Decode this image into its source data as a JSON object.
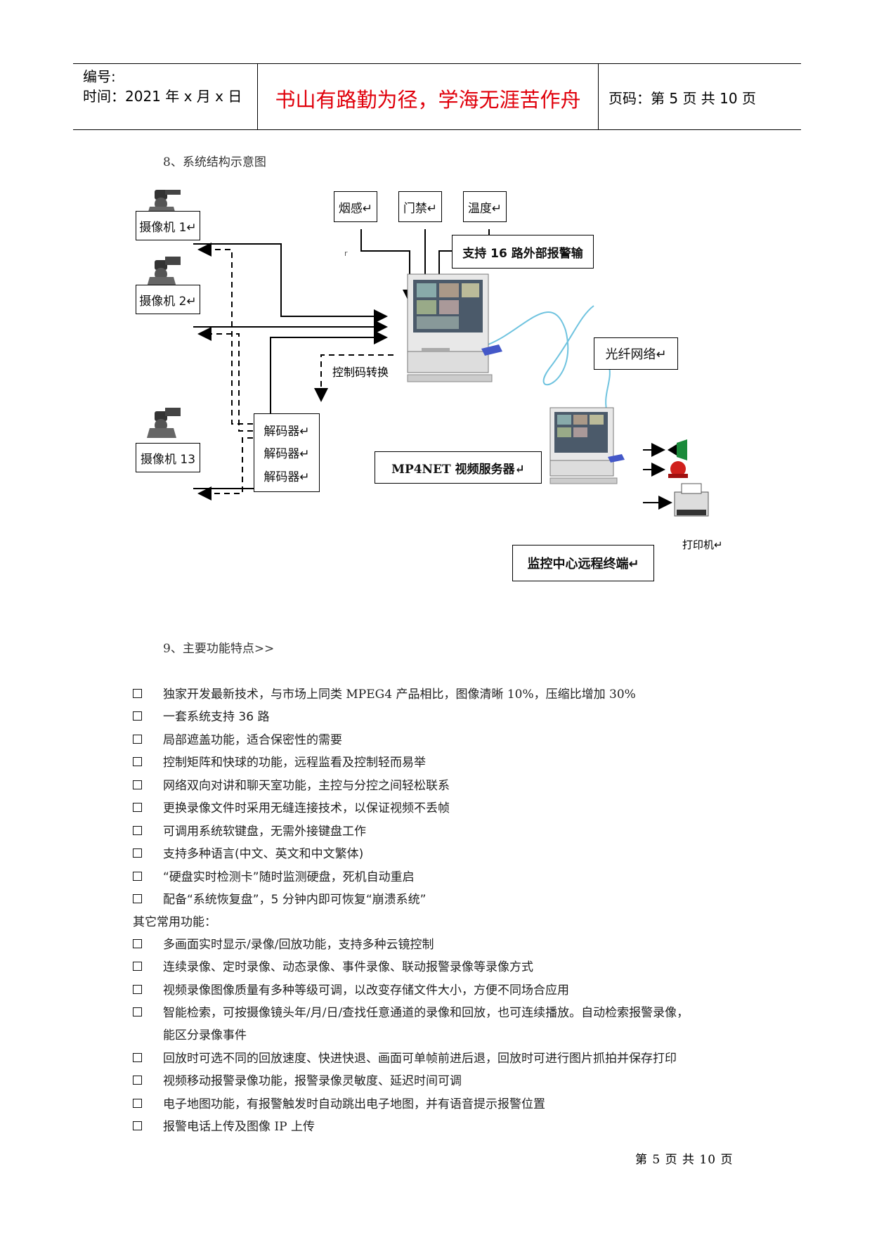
{
  "header": {
    "number_label": "编号:",
    "time_label": "时间：2021 年 x 月 x 日",
    "motto": "书山有路勤为径，学海无涯苦作舟",
    "page_label": "页码：第 5 页  共 10 页"
  },
  "section8_title": "8、系统结构示意图",
  "diagram": {
    "cameras": [
      "摄像机 1↵",
      "摄像机 2↵",
      "摄像机 13"
    ],
    "sensors": [
      "烟感↵",
      "门禁↵",
      "温度↵"
    ],
    "alarm_input": "支持  16  路外部报警输",
    "control_code": "控制码转换",
    "decoders": [
      "解码器↵",
      "解码器↵",
      "解码器↵"
    ],
    "server": "MP4NET 视频服务器↵",
    "network": "光纤网络↵",
    "terminal": "监控中心远程终端↵",
    "printer": "打印机↵",
    "stray_mark": "r"
  },
  "section9_title": "9、主要功能特点>>",
  "features": [
    "独家开发最新技术，与市场上同类 MPEG4 产品相比，图像清晰 10%，压缩比增加 30%",
    "一套系统支持 36 路",
    "局部遮盖功能，适合保密性的需要",
    "控制矩阵和快球的功能，远程监看及控制轻而易举",
    "网络双向对讲和聊天室功能，主控与分控之间轻松联系",
    "更换录像文件时采用无缝连接技术，以保证视频不丢帧",
    "可调用系统软键盘，无需外接键盘工作",
    "支持多种语言(中文、英文和中文繁体)",
    "“硬盘实时检测卡”随时监测硬盘，死机自动重启",
    "配备“系统恢复盘”，5 分钟内即可恢复“崩溃系统”"
  ],
  "other_title": "其它常用功能：",
  "other_features": [
    "多画面实时显示/录像/回放功能，支持多种云镜控制",
    "连续录像、定时录像、动态录像、事件录像、联动报警录像等录像方式",
    "视频录像图像质量有多种等级可调，以改变存储文件大小，方便不同场合应用",
    "智能检索，可按摄像镜头年/月/日/查找任意通道的录像和回放，也可连续播放。自动检索报警录像，",
    "能区分录像事件",
    "回放时可选不同的回放速度、快进快退、画面可单帧前进后退，回放时可进行图片抓拍并保存打印",
    "视频移动报警录像功能，报警录像灵敏度、延迟时间可调",
    "电子地图功能，有报警触发时自动跳出电子地图，并有语音提示报警位置",
    "报警电话上传及图像 IP 上传"
  ],
  "footer": "第 5 页 共 10 页"
}
